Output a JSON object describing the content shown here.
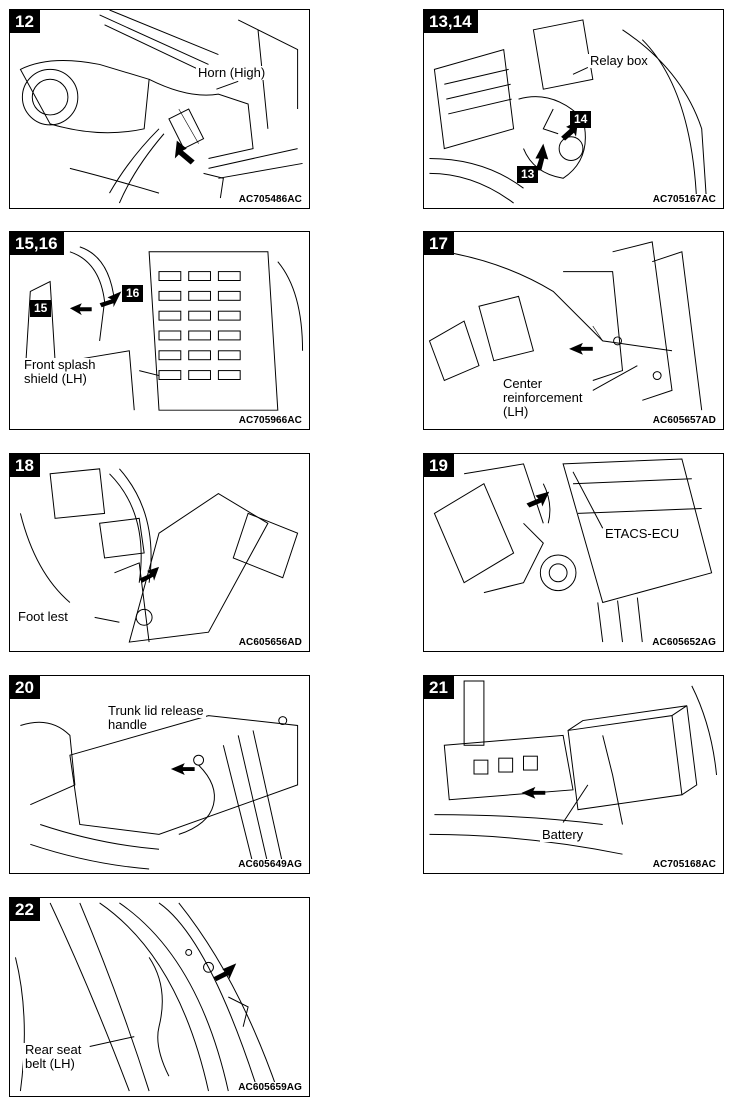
{
  "panels": [
    {
      "number": "12",
      "code": "AC705486AC",
      "labels": [
        "Horn (High)"
      ]
    },
    {
      "number": "13,14",
      "code": "AC705167AC",
      "labels": [
        "Relay box"
      ],
      "tags": [
        "14",
        "13"
      ]
    },
    {
      "number": "15,16",
      "code": "AC705966AC",
      "labels": [
        "Front splash",
        "shield (LH)"
      ],
      "tags": [
        "15",
        "16"
      ]
    },
    {
      "number": "17",
      "code": "AC605657AD",
      "labels": [
        "Center",
        "reinforcement",
        "(LH)"
      ]
    },
    {
      "number": "18",
      "code": "AC605656AD",
      "labels": [
        "Foot lest"
      ]
    },
    {
      "number": "19",
      "code": "AC605652AG",
      "labels": [
        "ETACS-ECU"
      ]
    },
    {
      "number": "20",
      "code": "AC605649AG",
      "labels": [
        "Trunk lid release",
        "handle"
      ]
    },
    {
      "number": "21",
      "code": "AC705168AC",
      "labels": [
        "Battery"
      ]
    },
    {
      "number": "22",
      "code": "AC605659AG",
      "labels": [
        "Rear seat",
        "belt (LH)"
      ]
    }
  ]
}
